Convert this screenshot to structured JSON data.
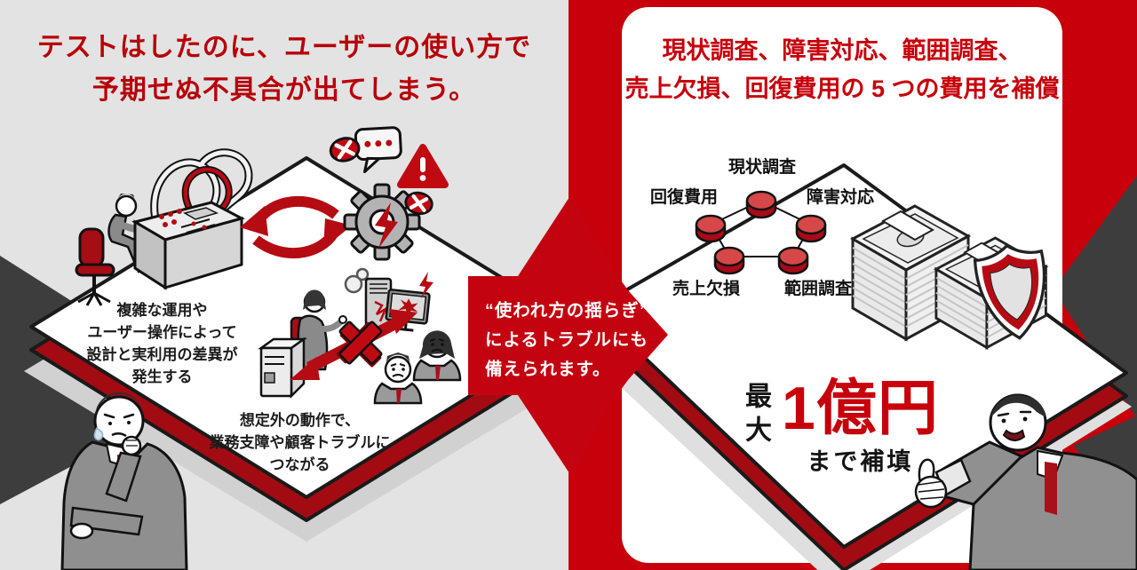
{
  "colors": {
    "accent_red": "#c7000b",
    "dark_red_side": "#a30b12",
    "left_title_red": "#b70008",
    "charcoal": "#3d3d3d",
    "bg_left_gray": "#e3e3e3",
    "ink": "#1a1a1a"
  },
  "left_panel": {
    "title": "テストはしたのに、ユーザーの使い方で\n予期せぬ不具合が出てしまう。",
    "caption_operation": "複雑な運用や\nユーザー操作によって\n設計と実利用の差異が\n発生する",
    "caption_trouble": "想定外の動作で、\n業務支障や顧客トラブルに\nつながる"
  },
  "callout": {
    "text": "“使われ方の揺らぎ”\nによるトラブルにも\n備えられます。"
  },
  "right_panel": {
    "title": "現状調査、障害対応、範囲調査、\n売上欠損、回復費用の 5 つの費用を補償",
    "cost_nodes": [
      "現状調査",
      "障害対応",
      "範囲調査",
      "売上欠損",
      "回復費用"
    ],
    "coverage": {
      "prefix": "最大",
      "amount": "1億円",
      "suffix": "まで補填"
    }
  },
  "icons": {
    "left": [
      "tangled-wires-icon",
      "operator-console-icon",
      "cycle-arrows-icon",
      "gear-error-icon",
      "chat-bubble-icon",
      "warning-triangle-icon",
      "error-coin-icon",
      "broken-computer-icon",
      "blocked-connection-icon",
      "server-icon",
      "worried-businessman",
      "sad-coworkers"
    ],
    "right": [
      "cost-pentagon-diagram",
      "money-stacks-icon",
      "shield-icon",
      "thumbs-up-businessman"
    ]
  }
}
